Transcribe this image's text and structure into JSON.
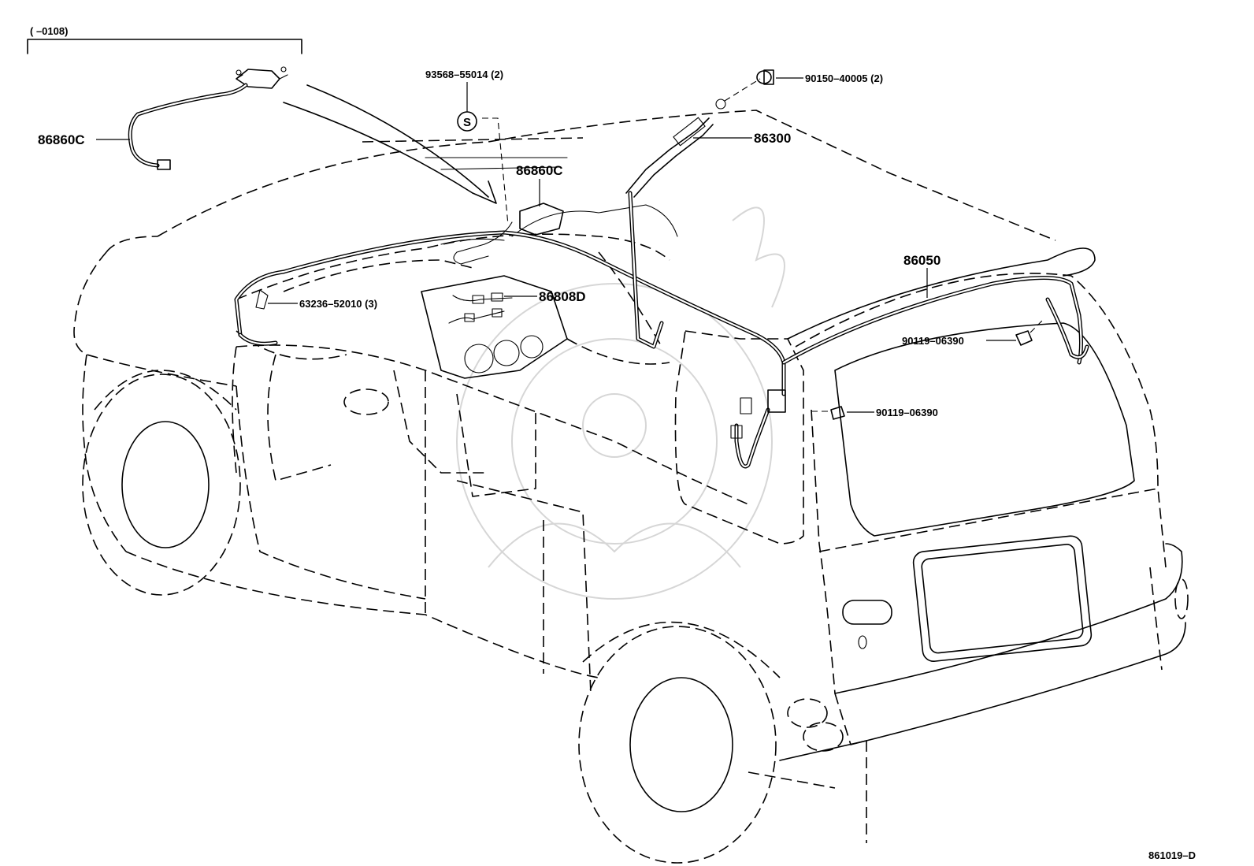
{
  "diagram_id": "861019–D",
  "date_range": "(      –0108)",
  "callouts": {
    "cable_inset": "86860C",
    "screw_93568": "93568–55014 (2)",
    "nut_90150": "90150–40005 (2)",
    "antenna_86300": "86300",
    "amplifier_86860c": "86860C",
    "clip_63236": "63236–52010 (3)",
    "cord_86808d": "86808D",
    "cord_86050": "86050",
    "clip_90119_a": "90119–06390",
    "clip_90119_b": "90119–06390"
  },
  "colors": {
    "line": "#000000",
    "background": "#ffffff",
    "watermark": "#d6d6d6"
  },
  "icons": {
    "screw_symbol": "S-circle-icon"
  }
}
